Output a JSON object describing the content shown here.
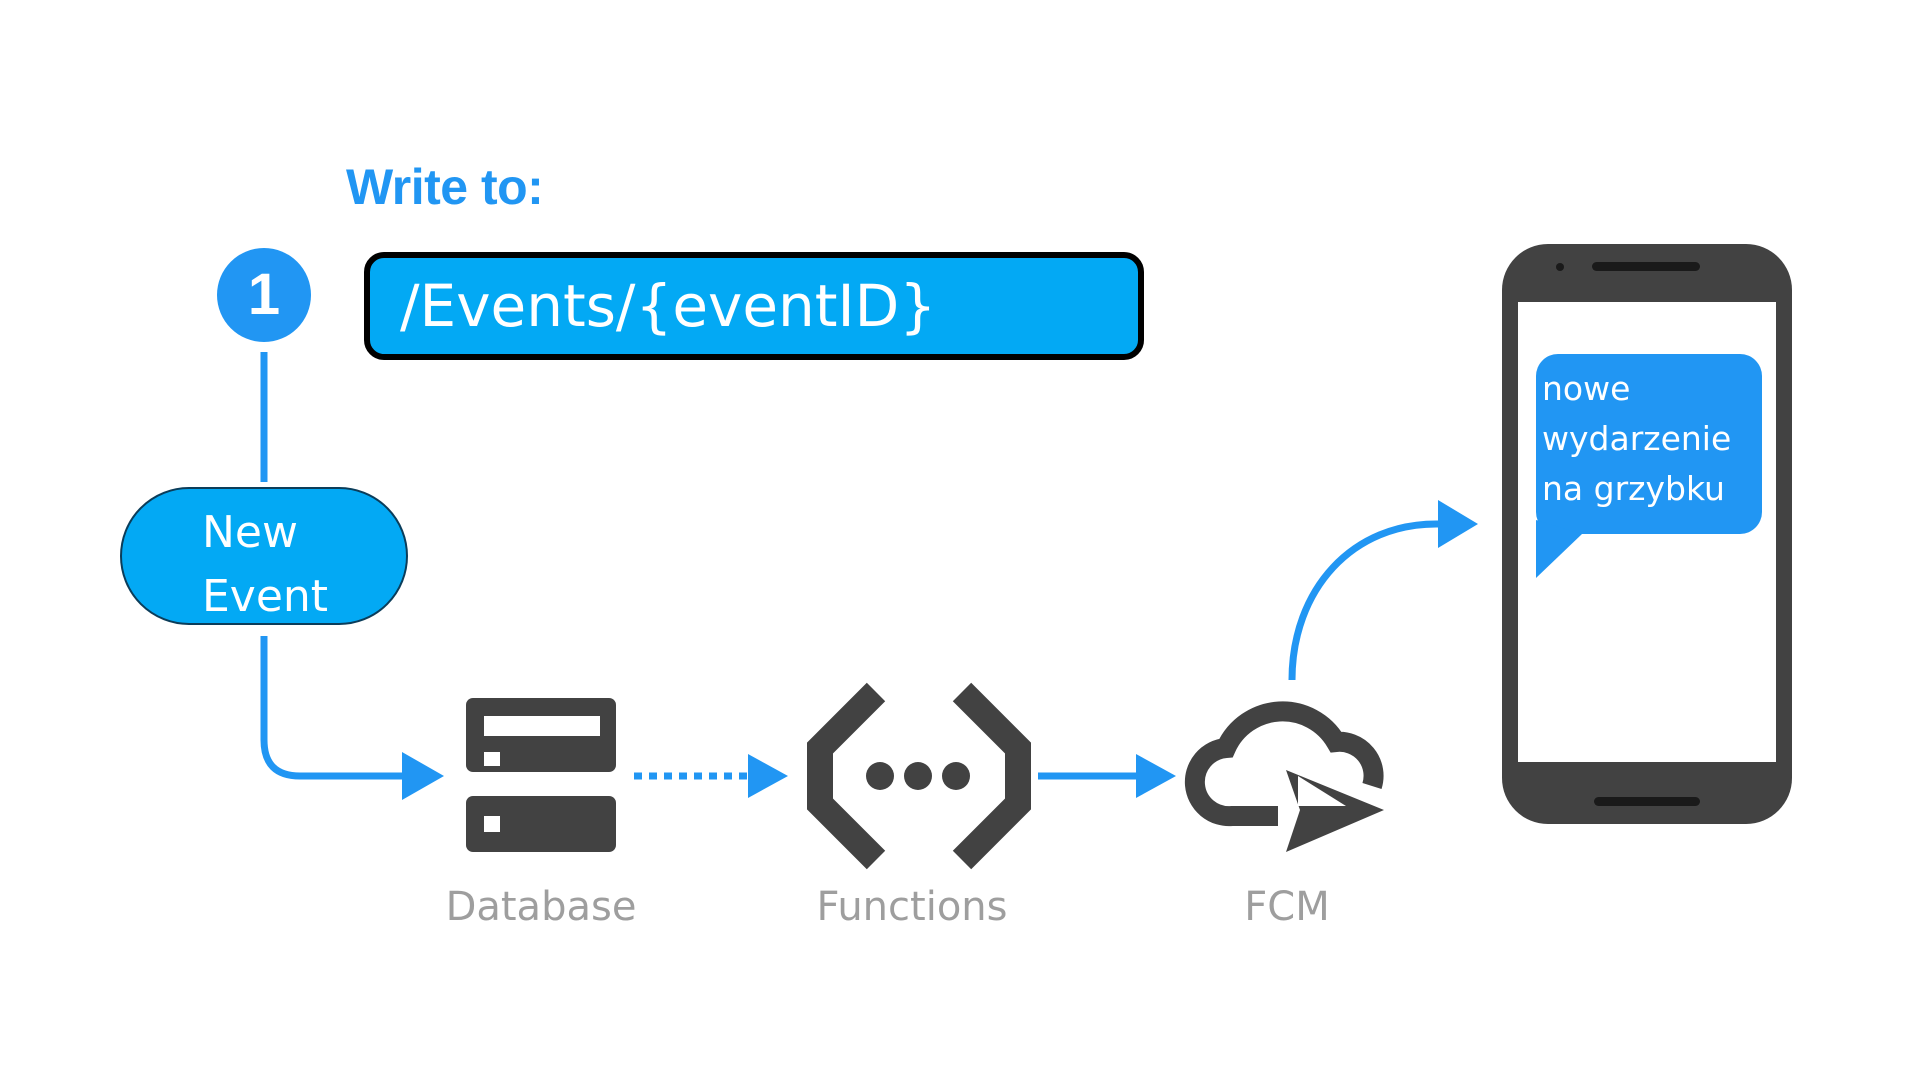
{
  "title": "Write to:",
  "path": "/Events/{eventID}",
  "step": {
    "number": "1"
  },
  "trigger": {
    "label": "New Event"
  },
  "services": [
    {
      "label": "Database",
      "icon": "database-icon"
    },
    {
      "label": "Functions",
      "icon": "cloud-functions-icon"
    },
    {
      "label": "FCM",
      "icon": "fcm-cloud-send-icon"
    }
  ],
  "notification": {
    "text": "nowe wydarzenie na grzybku"
  },
  "device": {
    "icon": "android-phone-icon"
  },
  "colors": {
    "accent": "#2196f3",
    "box_fill": "#03a9f4",
    "icon_dark": "#424242",
    "label_gray": "#9e9e9e"
  }
}
